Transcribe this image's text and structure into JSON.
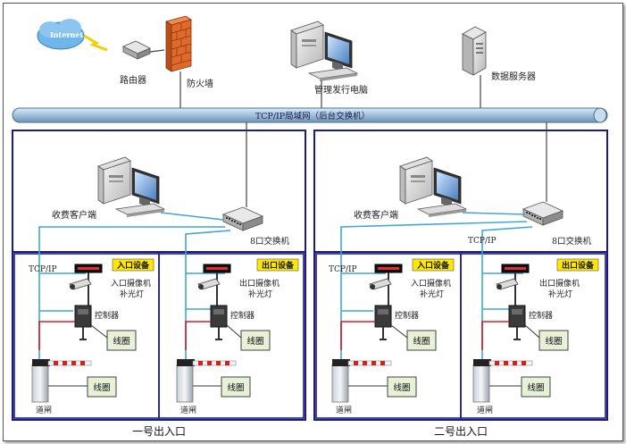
{
  "labels": {
    "internet": "Internet",
    "router": "路由器",
    "firewall": "防火墙",
    "mgmt_pc": "管理发行电脑",
    "db_server": "数据服务器",
    "backbone": "TCP/IP局域网（后台交换机）",
    "left_client": "收费客户端",
    "left_switch": "8口交换机",
    "left_tcpip": "TCP/IP",
    "right_client": "收费客户端",
    "right_switch": "8口交换机",
    "right_tcpip_top": "TCP/IP",
    "right_tcpip_bottom": "TCP/IP"
  },
  "lanes": [
    {
      "title": "入口设备",
      "camera_label_1": "入口摄像机",
      "camera_label_2": "补光灯",
      "controller": "控制器",
      "coil_top": "线圈",
      "coil_bottom": "线圈",
      "gate": "道闸"
    },
    {
      "title": "出口设备",
      "camera_label_1": "出口摄像机",
      "camera_label_2": "补光灯",
      "controller": "控制器",
      "coil_top": "线圈",
      "coil_bottom": "线圈",
      "gate": "道闸"
    },
    {
      "title": "入口设备",
      "camera_label_1": "入口摄像机",
      "camera_label_2": "补光灯",
      "controller": "控制器",
      "coil_top": "线圈",
      "coil_bottom": "线圈",
      "gate": "道闸"
    },
    {
      "title": "出口设备",
      "camera_label_1": "出口摄像机",
      "camera_label_2": "补光灯",
      "controller": "控制器",
      "coil_top": "线圈",
      "coil_bottom": "线圈",
      "gate": "道闸"
    }
  ],
  "sites": {
    "left_title": "一号出入口",
    "right_title": "二号出入口"
  },
  "colors": {
    "frame_blue": "#1a1a8c",
    "cable_cyan": "#3fa7d6",
    "power_red": "#d02020",
    "title_yellow": "#ffe800",
    "firewall_orange": "#e06a2a",
    "pipe_blue": "#9cc0dc",
    "cloud_blue": "#6fb6ea"
  },
  "icons": [
    "cloud-icon",
    "router-icon",
    "firewall-icon",
    "computer-icon",
    "server-icon",
    "switch-icon",
    "camera-icon",
    "controller-icon",
    "barrier-gate-icon"
  ]
}
